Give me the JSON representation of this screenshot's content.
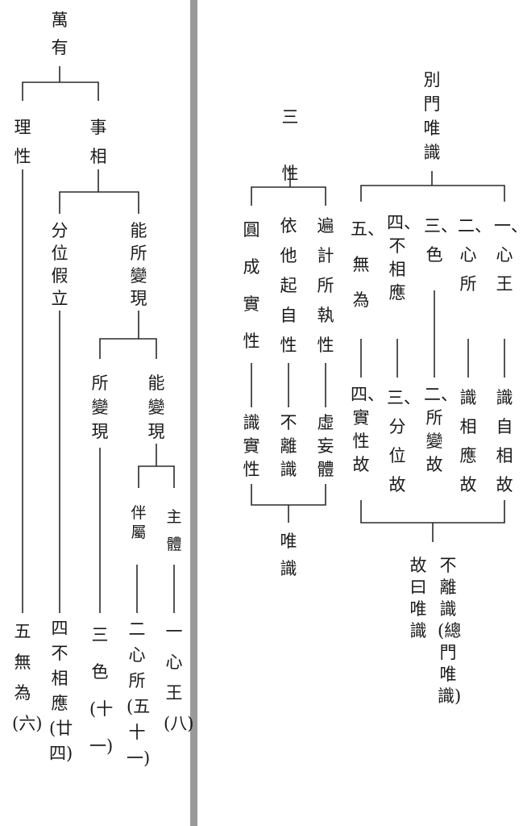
{
  "left": {
    "root": "萬有",
    "lixing": "理性",
    "shixiang": "事相",
    "fenwei": "分位假立",
    "nengsuobian": "能所變現",
    "suobian": "所變現",
    "nengbian": "能變現",
    "banshu": "伴屬",
    "zhuti": "主體",
    "wu": "五無為(六)",
    "si": "四不相應(廿四)",
    "san": "三色(十一)",
    "er": "二心所(五十一)",
    "yi": "一心王(八)"
  },
  "middle": {
    "title": "三性",
    "bianji": "遍計所執性",
    "yita": "依他起自性",
    "yuancheng": "圓成實性",
    "xuwang": "虛妄體",
    "bulishi": "不離識",
    "shishi": "識實性",
    "weishi": "唯識"
  },
  "right": {
    "title": "別門唯識",
    "c1": "一、心王",
    "c2": "二、心所",
    "c3": "三、色",
    "c4": "四、不相應",
    "c5": "五、無為",
    "r1": "識自相故",
    "r2": "識相應故",
    "r3": "二、所變故",
    "r4": "三、分位故",
    "r5": "四、實性故",
    "conclusion": "不離識(總門唯識)",
    "conclusion2": "故曰唯識"
  }
}
